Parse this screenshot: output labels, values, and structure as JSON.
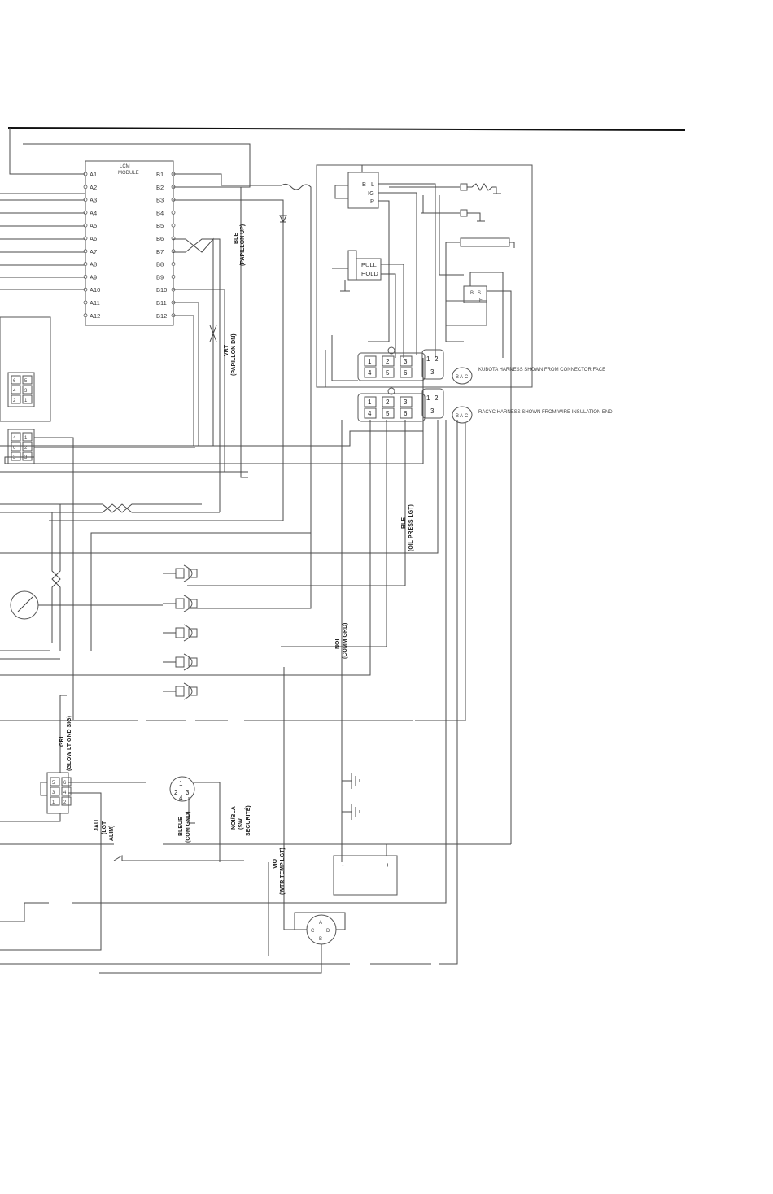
{
  "lcm": {
    "title_line1": "LCM",
    "title_line2": "MODULE",
    "left_pins": [
      "A1",
      "A2",
      "A3",
      "A4",
      "A5",
      "A6",
      "A7",
      "A8",
      "A9",
      "A10",
      "A11",
      "A12"
    ],
    "right_pins": [
      "B1",
      "B2",
      "B3",
      "B4",
      "B5",
      "B6",
      "B7",
      "B8",
      "B9",
      "B10",
      "B11",
      "B12"
    ]
  },
  "engine": {
    "switch_pins": [
      "B",
      "L",
      "IG",
      "P"
    ],
    "solenoid_pull": "PULL",
    "solenoid_hold": "HOLD",
    "starter_pins": [
      "B",
      "S",
      "F"
    ]
  },
  "connectors": {
    "six_pin_numbers": [
      "1",
      "2",
      "3",
      "4",
      "5",
      "6"
    ],
    "three_pin_numbers": [
      "1",
      "2",
      "3"
    ],
    "round_letters": [
      "B",
      "A",
      "C"
    ],
    "kubota_note": "KUBOTA HARNESS SHOWN FROM CONNECTOR FACE",
    "racyc_note": "RACYC HARNESS SHOWN FROM WIRE INSULATION END",
    "left_block_a": [
      "6",
      "5",
      "4",
      "3",
      "2",
      "1"
    ],
    "left_block_b": [
      "4",
      "1",
      "6",
      "2",
      "3",
      "3"
    ],
    "glow_block": [
      "5",
      "6",
      "3",
      "4",
      "1",
      "2"
    ],
    "round4_pins": [
      "1",
      "2",
      "3",
      "4"
    ],
    "abcd": [
      "A",
      "B",
      "C",
      "D"
    ]
  },
  "wire_labels": {
    "ble_papillon_up_1": "BLE",
    "ble_papillon_up_2": "(PAPILLON UP)",
    "vrt_papillon_dn_1": "VRT",
    "vrt_papillon_dn_2": "(PAPILLON DN)",
    "ble_oil_1": "BLE",
    "ble_oil_2": "(OIL PRESS LGT)",
    "noi_comm_1": "NOI",
    "noi_comm_2": "(COMM GRD)",
    "gri_glow_1": "GRI",
    "gri_glow_2": "(GLOW LT GND SIG)",
    "jau_1": "JAU",
    "jau_2": "(LGT",
    "jau_3": "ALIM)",
    "bleue_1": "BLEUE",
    "bleue_2": "(COM GND)",
    "noibla_1": "NOI/BLA",
    "noibla_2": "(SW",
    "noibla_3": "SECURITÉ)",
    "vio_1": "VIO",
    "vio_2": "(WTR TEMP LGT)"
  },
  "battery": {
    "neg": "-",
    "pos": "+"
  }
}
